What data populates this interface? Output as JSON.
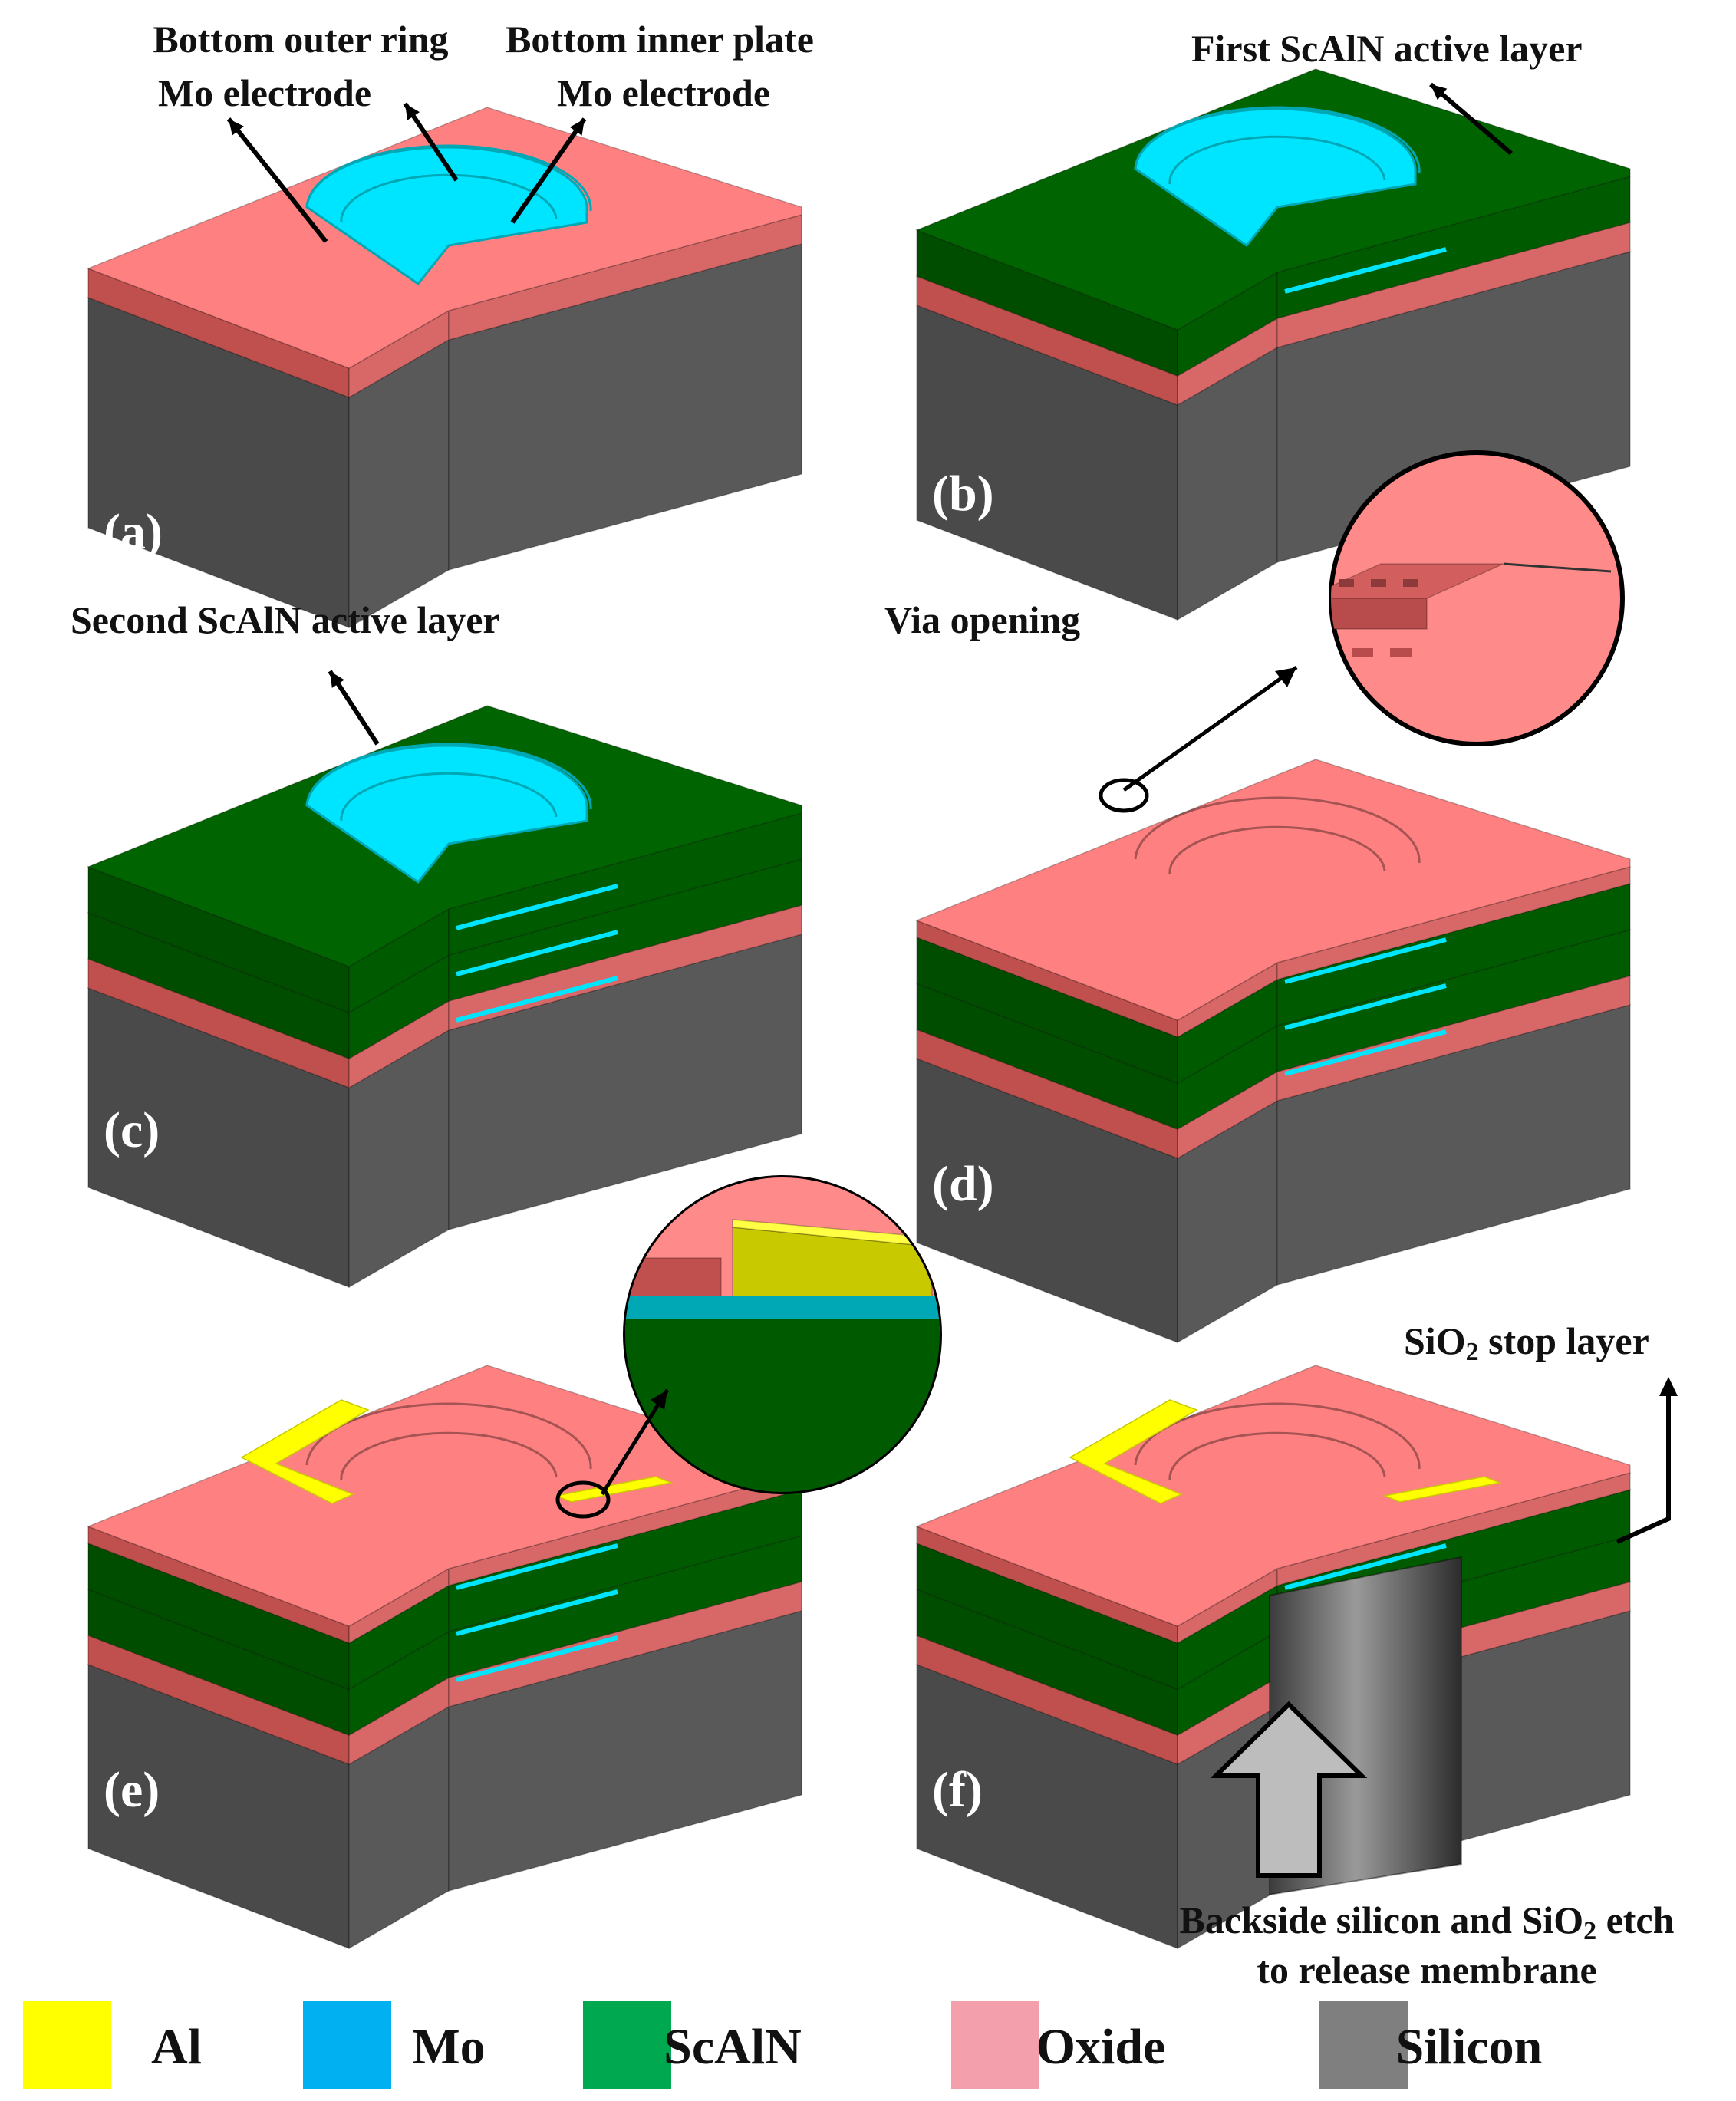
{
  "materials": {
    "al": {
      "label": "Al",
      "color": "#ffff00"
    },
    "mo": {
      "label": "Mo",
      "color": "#00b0f0"
    },
    "scaln": {
      "label": "ScAlN",
      "color": "#00a84f"
    },
    "oxide": {
      "label": "Oxide",
      "color": "#f4a0ac"
    },
    "silicon": {
      "label": "Silicon",
      "color": "#7f7f7f"
    }
  },
  "render_colors": {
    "si_front": "#4a4a4a",
    "si_side": "#595959",
    "ox_top": "#ff8080",
    "ox_front": "#c0504d",
    "ox_side": "#d86868",
    "sc_top": "#006400",
    "sc_front": "#004d00",
    "sc_side": "#005a00",
    "mo_top": "#00e5ff",
    "mo_edge": "#00a7b5",
    "al_top": "#ffff00",
    "al_edge": "#c9c900"
  },
  "panels": [
    {
      "id": "a",
      "label": "(a)"
    },
    {
      "id": "b",
      "label": "(b)"
    },
    {
      "id": "c",
      "label": "(c)"
    },
    {
      "id": "d",
      "label": "(d)"
    },
    {
      "id": "e",
      "label": "(e)"
    },
    {
      "id": "f",
      "label": "(f)"
    }
  ],
  "annotations": {
    "a_outer_ring_line1": "Bottom outer ring",
    "a_outer_ring_line2": "Mo electrode",
    "a_inner_plate_line1": "Bottom inner plate",
    "a_inner_plate_line2": "Mo electrode",
    "b_first_layer": "First ScAlN active layer",
    "c_second_layer": "Second ScAlN active layer",
    "d_via": "Via opening",
    "f_stop_layer_main": "SiO",
    "f_stop_layer_sub": "2",
    "f_stop_layer_rest": " stop layer",
    "f_etch_line1_a": "Backside silicon and SiO",
    "f_etch_line1_sub": "2",
    "f_etch_line1_b": " etch",
    "f_etch_line2": "to release membrane"
  }
}
